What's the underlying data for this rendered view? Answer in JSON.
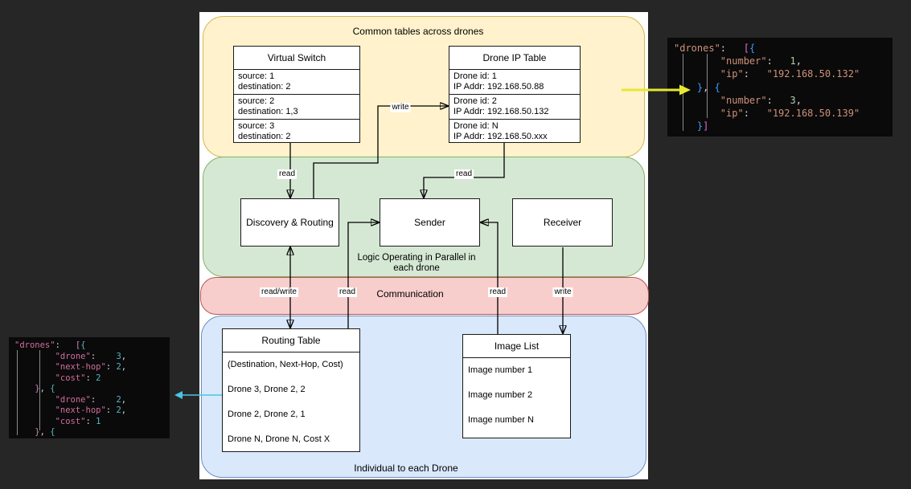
{
  "colors": {
    "page_bg": "#262626",
    "canvas_bg": "#ffffff",
    "yellow_fill": "#fff2cc",
    "yellow_border": "#d6b656",
    "green_fill": "#d5e8d4",
    "green_border": "#82b366",
    "red_fill": "#f8cecc",
    "red_border": "#b85450",
    "blue_fill": "#dae8fc",
    "blue_border": "#6c8ebf",
    "box_border": "#1a1a1a",
    "arrow_black": "#000000",
    "arrow_yellow": "#e6e832",
    "arrow_cyan": "#45c8e0",
    "code_bg": "#0a0a0a",
    "code_punct": "#d4d4d4",
    "code_guide": "#8a8a8a",
    "left_key": "#d16d9e",
    "left_num": "#56b6c2",
    "left_bracket": "#c586c0",
    "left_brace": "#56b6c2",
    "right_str": "#ce9178",
    "right_num": "#b5cea8",
    "right_bracket": "#da70d6",
    "right_brace": "#3b9eff"
  },
  "diagram": {
    "yellow_caption": "Common tables across drones",
    "green_caption_1": "Logic Operating in Parallel in",
    "green_caption_2": "each drone",
    "red_caption": "Communication",
    "blue_caption": "Individual to each Drone",
    "virtual_switch": {
      "title": "Virtual Switch",
      "rows": [
        [
          "source: 1",
          "destination: 2"
        ],
        [
          "source: 2",
          "destination: 1,3"
        ],
        [
          "source: 3",
          "destination: 2"
        ]
      ]
    },
    "drone_ip_table": {
      "title": "Drone IP Table",
      "rows": [
        [
          "Drone id:  1",
          "IP Addr: 192.168.50.88"
        ],
        [
          "Drone id:  2",
          "IP Addr: 192.168.50.132"
        ],
        [
          "Drone id:  N",
          "IP Addr: 192.168.50.xxx"
        ]
      ]
    },
    "modules": {
      "discovery": "Discovery & Routing",
      "sender": "Sender",
      "receiver": "Receiver"
    },
    "routing_table": {
      "title": "Routing Table",
      "lines": [
        "(Destination, Next-Hop, Cost)",
        "Drone 3, Drone 2, 2",
        "Drone 2, Drone 2, 1",
        "Drone N, Drone N, Cost X"
      ]
    },
    "image_list": {
      "title": "Image List",
      "lines": [
        "Image number 1",
        "Image number 2",
        "Image number N"
      ]
    },
    "edge_labels": {
      "vs_to_discovery": "read",
      "discovery_to_ip_table": "write",
      "ip_table_to_sender": "read",
      "routing_to_sender": "read",
      "image_list_to_sender": "read",
      "discovery_routing_table": "read/write",
      "receiver_to_image_list": "write"
    }
  },
  "code_left": {
    "lines": [
      [
        [
          "k",
          "\"drones\""
        ],
        [
          "p",
          ":   "
        ],
        [
          "bp",
          "["
        ],
        [
          "bb",
          "{"
        ]
      ],
      [
        [
          "p",
          "        "
        ],
        [
          "k",
          "\"drone\""
        ],
        [
          "p",
          ":    "
        ],
        [
          "n",
          "3"
        ],
        [
          "p",
          ","
        ]
      ],
      [
        [
          "p",
          "        "
        ],
        [
          "k",
          "\"next-hop\""
        ],
        [
          "p",
          ": "
        ],
        [
          "n",
          "2"
        ],
        [
          "p",
          ","
        ]
      ],
      [
        [
          "p",
          "        "
        ],
        [
          "k",
          "\"cost\""
        ],
        [
          "p",
          ": "
        ],
        [
          "n",
          "2"
        ]
      ],
      [
        [
          "p",
          "    "
        ],
        [
          "bp",
          "}"
        ],
        [
          "p",
          ", "
        ],
        [
          "bb",
          "{"
        ]
      ],
      [
        [
          "p",
          "        "
        ],
        [
          "k",
          "\"drone\""
        ],
        [
          "p",
          ":    "
        ],
        [
          "n",
          "2"
        ],
        [
          "p",
          ","
        ]
      ],
      [
        [
          "p",
          "        "
        ],
        [
          "k",
          "\"next-hop\""
        ],
        [
          "p",
          ": "
        ],
        [
          "n",
          "2"
        ],
        [
          "p",
          ","
        ]
      ],
      [
        [
          "p",
          "        "
        ],
        [
          "k",
          "\"cost\""
        ],
        [
          "p",
          ": "
        ],
        [
          "n",
          "1"
        ]
      ],
      [
        [
          "p",
          "    "
        ],
        [
          "bp",
          "}"
        ],
        [
          "p",
          ", "
        ],
        [
          "bb",
          "{"
        ]
      ]
    ]
  },
  "code_right": {
    "lines": [
      [
        [
          "k",
          "\"drones\""
        ],
        [
          "p",
          ":   "
        ],
        [
          "bo",
          "["
        ],
        [
          "bb",
          "{"
        ]
      ],
      [
        [
          "p",
          "        "
        ],
        [
          "k",
          "\"number\""
        ],
        [
          "p",
          ":   "
        ],
        [
          "n",
          "1"
        ],
        [
          "p",
          ","
        ]
      ],
      [
        [
          "p",
          "        "
        ],
        [
          "k",
          "\"ip\""
        ],
        [
          "p",
          ":   "
        ],
        [
          "s",
          "\"192.168.50.132\""
        ]
      ],
      [
        [
          "p",
          "    "
        ],
        [
          "bb",
          "}"
        ],
        [
          "p",
          ", "
        ],
        [
          "bb",
          "{"
        ]
      ],
      [
        [
          "p",
          "        "
        ],
        [
          "k",
          "\"number\""
        ],
        [
          "p",
          ":   "
        ],
        [
          "n",
          "3"
        ],
        [
          "p",
          ","
        ]
      ],
      [
        [
          "p",
          "        "
        ],
        [
          "k",
          "\"ip\""
        ],
        [
          "p",
          ":   "
        ],
        [
          "s",
          "\"192.168.50.139\""
        ]
      ],
      [
        [
          "p",
          "    "
        ],
        [
          "bb",
          "}"
        ],
        [
          "bo",
          "]"
        ]
      ]
    ]
  }
}
